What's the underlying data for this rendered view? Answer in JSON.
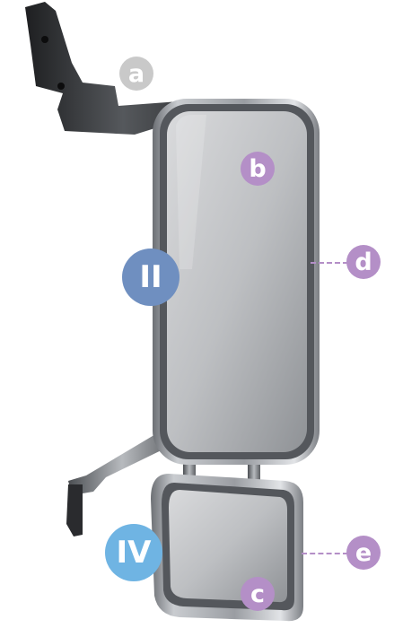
{
  "colors": {
    "label_purple": "#b48fc7",
    "label_grey": "#c9c9c9",
    "badge_blue_dark": "#6f8fc0",
    "badge_blue_light": "#6fb4e3",
    "frame": "#8a8d92",
    "glass": "#c7c9cc"
  },
  "labels": {
    "a": "a",
    "b": "b",
    "c": "c",
    "d": "d",
    "e": "e",
    "class_main": "II",
    "class_wide": "IV"
  }
}
